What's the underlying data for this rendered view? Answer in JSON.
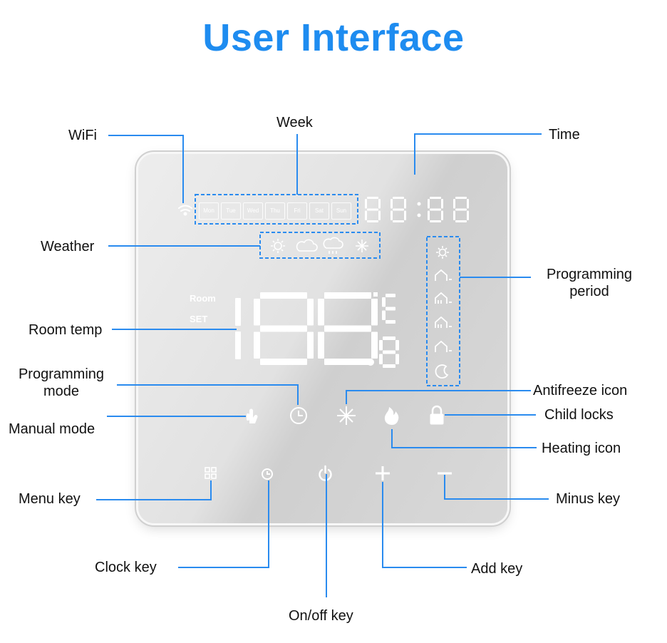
{
  "title": "User Interface",
  "device": {
    "days": [
      "Mon",
      "Tue",
      "Wed",
      "Thu",
      "Fri",
      "Sat",
      "Sun"
    ],
    "time_display": "88:88",
    "room_label": "Room",
    "set_label": "SET",
    "unit_top": "°C",
    "unit_bottom": "8",
    "big_digits": "188"
  },
  "labels": {
    "wifi": "WiFi",
    "week": "Week",
    "time": "Time",
    "weather": "Weather",
    "programming_period": "Programming\nperiod",
    "room_temp": "Room temp",
    "programming_mode": "Programming\nmode",
    "manual_mode": "Manual mode",
    "antifreeze_icon": "Antifreeze icon",
    "child_locks": "Child locks",
    "heating_icon": "Heating icon",
    "menu_key": "Menu key",
    "minus_key": "Minus key",
    "clock_key": "Clock key",
    "add_key": "Add key",
    "onoff_key": "On/off key"
  },
  "colors": {
    "accent": "#1e8cf0",
    "leader": "#2a8bef",
    "icon": "#ffffff"
  },
  "icons": [
    "wifi-icon",
    "sun-icon",
    "cloud-icon",
    "rain-icon",
    "snow-icon",
    "home-icon",
    "hand-icon",
    "clock-icon",
    "snowflake-icon",
    "flame-icon",
    "lock-icon",
    "menu-icon",
    "power-icon",
    "plus-icon",
    "minus-icon",
    "moon-icon"
  ]
}
